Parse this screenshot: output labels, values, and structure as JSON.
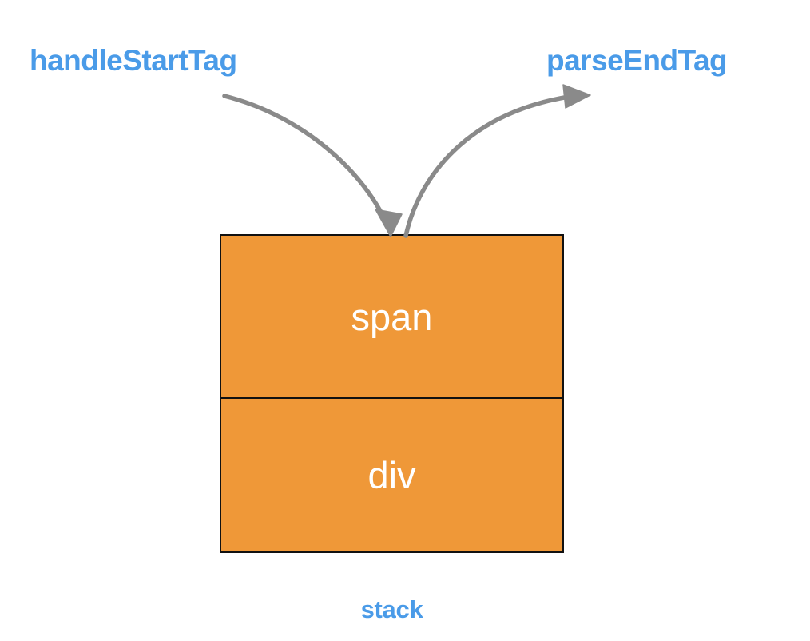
{
  "diagram": {
    "title_labels": {
      "start_tag_handler": "handleStartTag",
      "end_tag_handler": "parseEndTag"
    },
    "stack": {
      "caption": "stack",
      "cells": [
        {
          "label": "span"
        },
        {
          "label": "div"
        }
      ]
    },
    "arrows": [
      {
        "name": "push-arrow",
        "from": "handleStartTag",
        "to": "stack-top",
        "direction": "down-right"
      },
      {
        "name": "pop-arrow",
        "from": "stack-top",
        "to": "parseEndTag",
        "direction": "up-right"
      }
    ],
    "colors": {
      "accent_blue": "#4a9be8",
      "cell_orange": "#ef9838",
      "cell_border": "#111111",
      "arrow_gray": "#8a8a8a",
      "cell_text": "#ffffff",
      "background": "#ffffff"
    }
  }
}
